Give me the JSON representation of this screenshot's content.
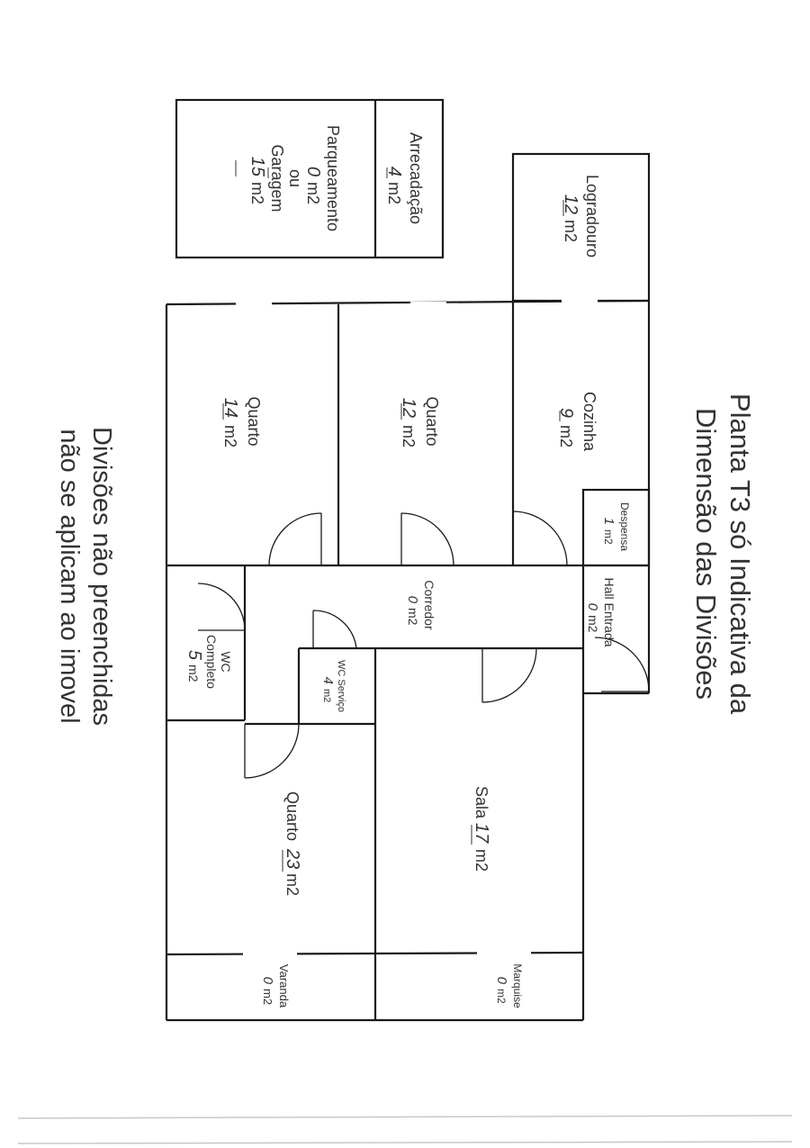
{
  "header": {
    "title_line1": "Planta T3 só Indicativa da",
    "title_line2": "Dimensão das Divisões"
  },
  "footer_note": {
    "line1": "Divisões não preenchidas",
    "line2": "não se aplicam ao imovel"
  },
  "rooms": {
    "arrecadacao": {
      "name": "Arrecadação",
      "value": "4",
      "unit": "m2"
    },
    "parqueamento": {
      "name": "Parqueamento",
      "value": "0",
      "unit": "m2",
      "ou": "ou",
      "name2": "Garagem",
      "value2": "15",
      "unit2": "m2"
    },
    "logradouro": {
      "name": "Logradouro",
      "value": "12",
      "unit": "m2"
    },
    "cozinha": {
      "name": "Cozinha",
      "value": "9",
      "unit": "m2"
    },
    "despensa": {
      "name": "Despensa",
      "value": "1",
      "unit": "m2"
    },
    "quarto1": {
      "name": "Quarto",
      "value": "12",
      "unit": "m2"
    },
    "quarto2": {
      "name": "Quarto",
      "value": "14",
      "unit": "m2"
    },
    "hall": {
      "name": "Hall Entrada",
      "value": "0",
      "unit": "m2"
    },
    "corredor": {
      "name": "Corredor",
      "value": "0",
      "unit": "m2"
    },
    "wc_completo": {
      "name": "WC",
      "name2": "Completo",
      "value": "5",
      "unit": "m2"
    },
    "wc_servico": {
      "name": "WC Serviço",
      "value": "4",
      "unit": "m2"
    },
    "sala": {
      "name": "Sala",
      "value": "17",
      "unit": "m2"
    },
    "quarto3": {
      "name": "Quarto",
      "value": "23",
      "unit": "m2"
    },
    "varanda": {
      "name": "Varanda",
      "value": "0",
      "unit": "m2"
    },
    "marquise": {
      "name": "Marquise",
      "value": "0",
      "unit": "m2"
    }
  }
}
